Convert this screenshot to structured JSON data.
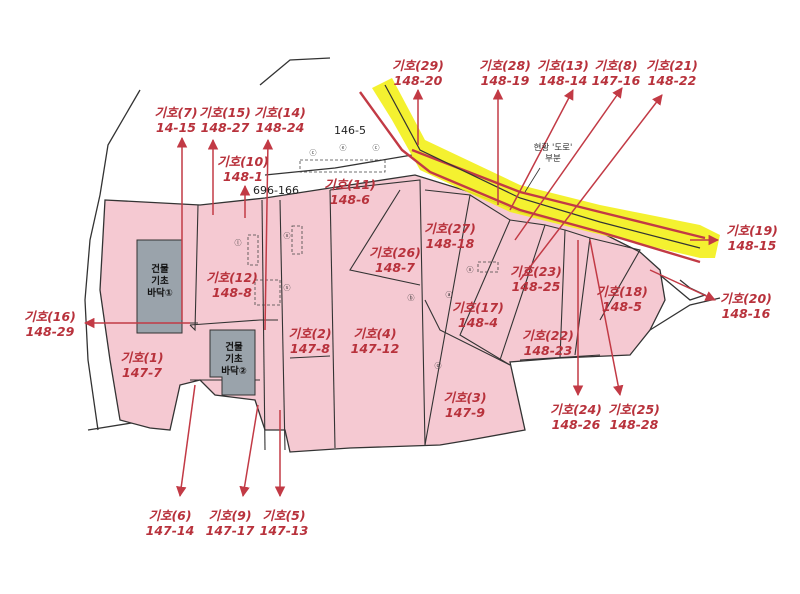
{
  "parcels": [
    {
      "code": "기호(1)",
      "lot": "147-7"
    },
    {
      "code": "기호(2)",
      "lot": "147-8"
    },
    {
      "code": "기호(3)",
      "lot": "147-9"
    },
    {
      "code": "기호(4)",
      "lot": "147-12"
    },
    {
      "code": "기호(5)",
      "lot": "147-13"
    },
    {
      "code": "기호(6)",
      "lot": "147-14"
    },
    {
      "code": "기호(7)",
      "lot": "14-15"
    },
    {
      "code": "기호(8)",
      "lot": "147-16"
    },
    {
      "code": "기호(9)",
      "lot": "147-17"
    },
    {
      "code": "기호(10)",
      "lot": "148-1"
    },
    {
      "code": "기호(11)",
      "lot": "148-6"
    },
    {
      "code": "기호(12)",
      "lot": "148-8"
    },
    {
      "code": "기호(13)",
      "lot": "148-14"
    },
    {
      "code": "기호(14)",
      "lot": "148-24"
    },
    {
      "code": "기호(15)",
      "lot": "148-27"
    },
    {
      "code": "기호(16)",
      "lot": "148-29"
    },
    {
      "code": "기호(17)",
      "lot": "148-4"
    },
    {
      "code": "기호(18)",
      "lot": "148-5"
    },
    {
      "code": "기호(19)",
      "lot": "148-15"
    },
    {
      "code": "기호(20)",
      "lot": "148-16"
    },
    {
      "code": "기호(21)",
      "lot": "148-22"
    },
    {
      "code": "기호(22)",
      "lot": "148-23"
    },
    {
      "code": "기호(23)",
      "lot": "148-25"
    },
    {
      "code": "기호(24)",
      "lot": "148-26"
    },
    {
      "code": "기호(25)",
      "lot": "148-28"
    },
    {
      "code": "기호(26)",
      "lot": "148-7"
    },
    {
      "code": "기호(27)",
      "lot": "148-18"
    },
    {
      "code": "기호(28)",
      "lot": "148-19"
    },
    {
      "code": "기호(29)",
      "lot": "148-20"
    }
  ],
  "lot_labels": [
    "146-5",
    "696-166"
  ],
  "buildings": [
    {
      "lines": [
        "건물",
        "기초",
        "바닥①"
      ]
    },
    {
      "lines": [
        "건물",
        "기초",
        "바닥②"
      ]
    }
  ],
  "road_note": [
    "현황 '도로'",
    "부분"
  ],
  "symbols": [
    "ⓒ",
    "ⓔ",
    "ⓒ",
    "ⓛ",
    "ⓧ",
    "ⓐ",
    "ⓧ",
    "ⓑ",
    "ⓢ",
    "ⓞ"
  ],
  "colors": {
    "parcel_fill": "#f5c9d2",
    "label": "#b8323c",
    "arrow": "#c23a45",
    "road_highlight": "#f3ef1a",
    "building": "#9aa3ab"
  }
}
